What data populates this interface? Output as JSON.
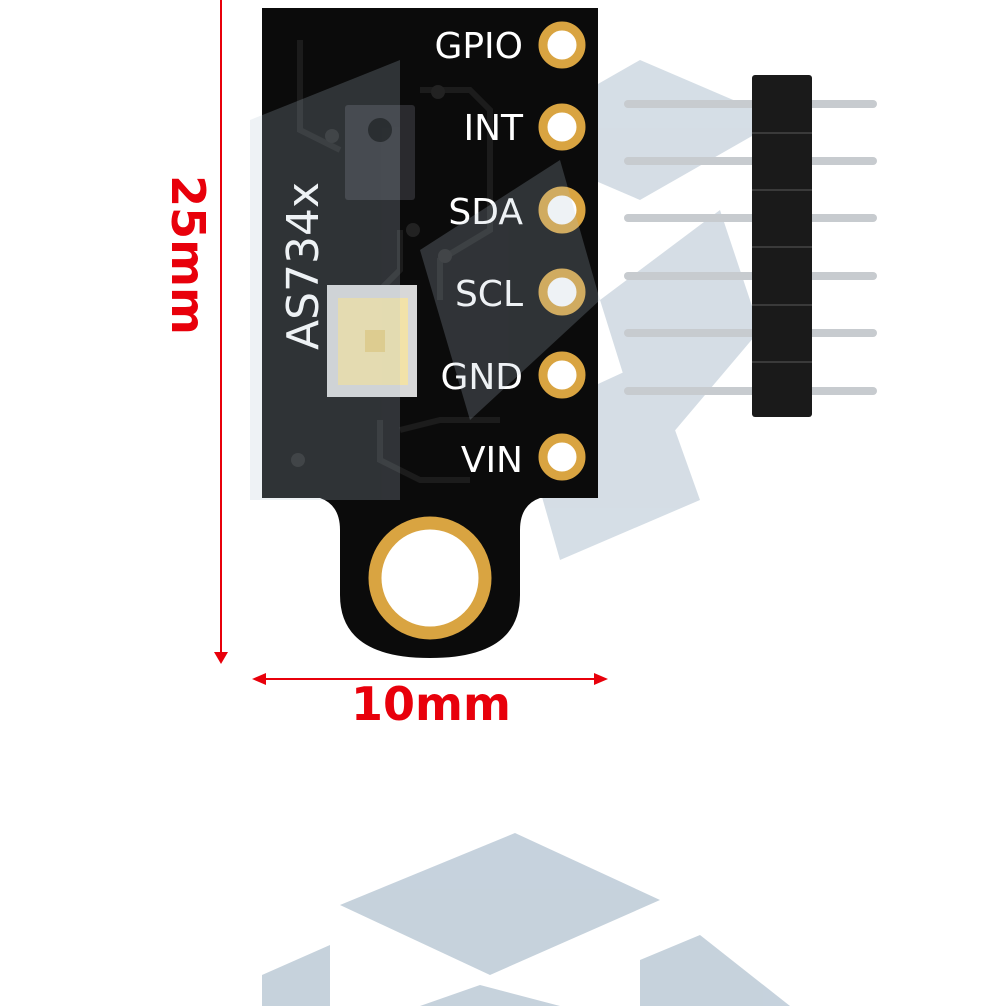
{
  "board": {
    "name": "AS734x",
    "pins": [
      {
        "label": "GPIO"
      },
      {
        "label": "INT"
      },
      {
        "label": "SDA"
      },
      {
        "label": "SCL"
      },
      {
        "label": "GND"
      },
      {
        "label": "VIN"
      }
    ]
  },
  "header_pin_count": 6,
  "dimensions": {
    "height_label": "25mm",
    "width_label": "10mm",
    "color": "#e8000b"
  },
  "colors": {
    "pcb": "#0b0b0b",
    "gold": "#d9a441",
    "silkscreen": "#ffffff",
    "watermark": "#b3c3d1"
  }
}
